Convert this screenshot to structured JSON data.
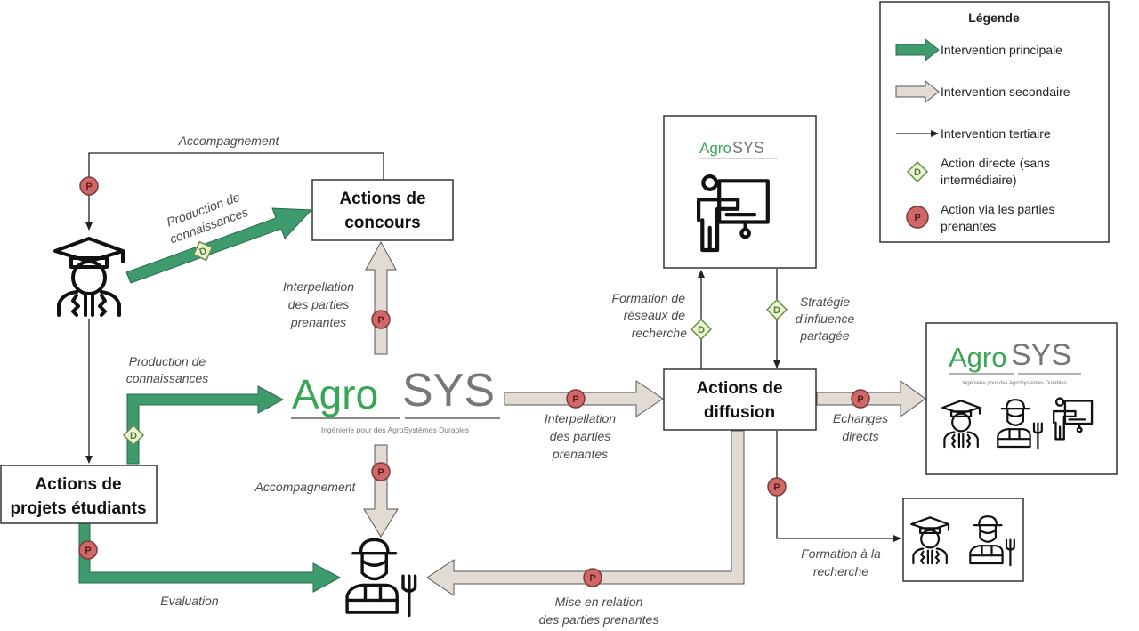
{
  "colors": {
    "primary_arrow": "#3d9b6e",
    "secondary_arrow": "#e2dbd3",
    "line": "#222222",
    "p_marker": "#d0686a",
    "d_marker": "#e8f5d0",
    "logo_green": "#3aa655",
    "logo_grey": "#777777"
  },
  "legend": {
    "title": "Légende",
    "items": [
      {
        "icon": "green-arrow",
        "label": "Intervention principale"
      },
      {
        "icon": "beige-arrow",
        "label": "Intervention secondaire"
      },
      {
        "icon": "thin-arrow",
        "label": "Intervention tertiaire"
      },
      {
        "icon": "d-diamond",
        "label_line1": "Action directe (sans",
        "label_line2": "intermédiaire)"
      },
      {
        "icon": "p-circle",
        "label_line1": "Action via les parties",
        "label_line2": "prenantes"
      }
    ]
  },
  "markers": {
    "p": "P",
    "d": "D"
  },
  "logo": {
    "agro": "Agro",
    "sys": "SYS",
    "tagline": "Ingénierie pour des AgroSystèmes Durables"
  },
  "boxes": {
    "concours": {
      "line1": "Actions de",
      "line2": "concours"
    },
    "projets": {
      "line1": "Actions de",
      "line2": "projets étudiants"
    },
    "diffusion": {
      "line1": "Actions de",
      "line2": "diffusion"
    }
  },
  "labels": {
    "accompagnement_top": "Accompagnement",
    "production_top": {
      "line1": "Production de",
      "line2": "connaissances"
    },
    "interpellation_left": {
      "line1": "Interpellation",
      "line2": "des parties",
      "line3": "prenantes"
    },
    "production_mid": {
      "line1": "Production de",
      "line2": "connaissances"
    },
    "accompagnement_mid": "Accompagnement",
    "evaluation": "Evaluation",
    "interpellation_mid": {
      "line1": "Interpellation",
      "line2": "des parties",
      "line3": "prenantes"
    },
    "formation_reseaux": {
      "line1": "Formation de",
      "line2": "réseaux de",
      "line3": "recherche"
    },
    "strategie": {
      "line1": "Stratégie",
      "line2": "d'influence",
      "line3": "partagée"
    },
    "echanges": {
      "line1": "Echanges",
      "line2": "directs"
    },
    "formation_recherche": {
      "line1": "Formation à la",
      "line2": "recherche"
    },
    "mise_en_relation": {
      "line1": "Mise en relation",
      "line2": "des parties prenantes"
    }
  }
}
